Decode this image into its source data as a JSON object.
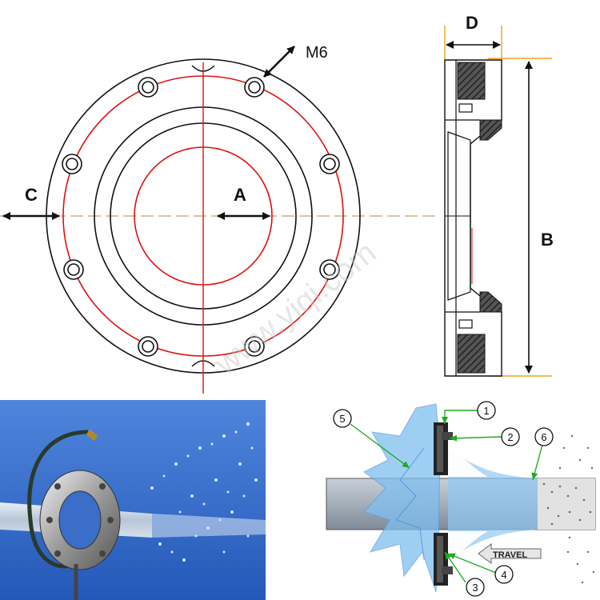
{
  "labels": {
    "A": "A",
    "B": "B",
    "C": "C",
    "D": "D",
    "thread": "M6"
  },
  "callouts": [
    "1",
    "2",
    "3",
    "4",
    "5",
    "6"
  ],
  "travel": "TRAVEL",
  "watermark": "www.yiqi.com",
  "colors": {
    "outline": "#111111",
    "center_line": "#e01010",
    "dim_line": "#c8a060",
    "orange": "#f0a020",
    "photo_bg": "#2f6fd0",
    "air_blue": "#7fbef0",
    "pipe": "#a7b2bd",
    "arrow_green": "#22aa22"
  }
}
